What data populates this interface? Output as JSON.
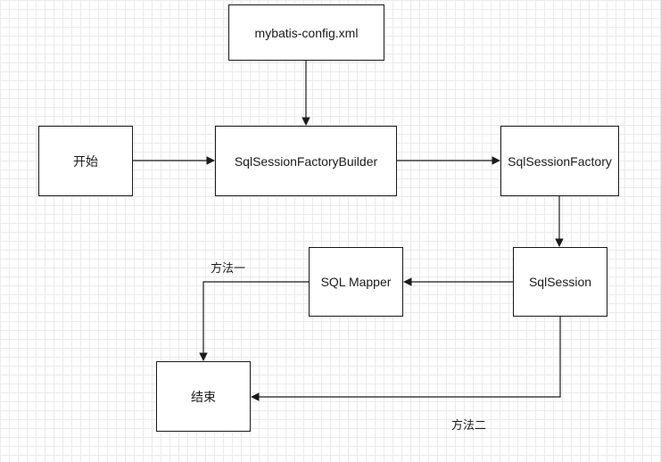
{
  "nodes": {
    "config": "mybatis-config.xml",
    "start": "开始",
    "builder": "SqlSessionFactoryBuilder",
    "factory": "SqlSessionFactory",
    "mapper": "SQL Mapper",
    "session": "SqlSession",
    "end": "结束"
  },
  "edge_labels": {
    "method1": "方法一",
    "method2": "方法二"
  },
  "colors": {
    "stroke": "#1a1a1a",
    "grid": "#ebebeb",
    "background": "#ffffff"
  }
}
